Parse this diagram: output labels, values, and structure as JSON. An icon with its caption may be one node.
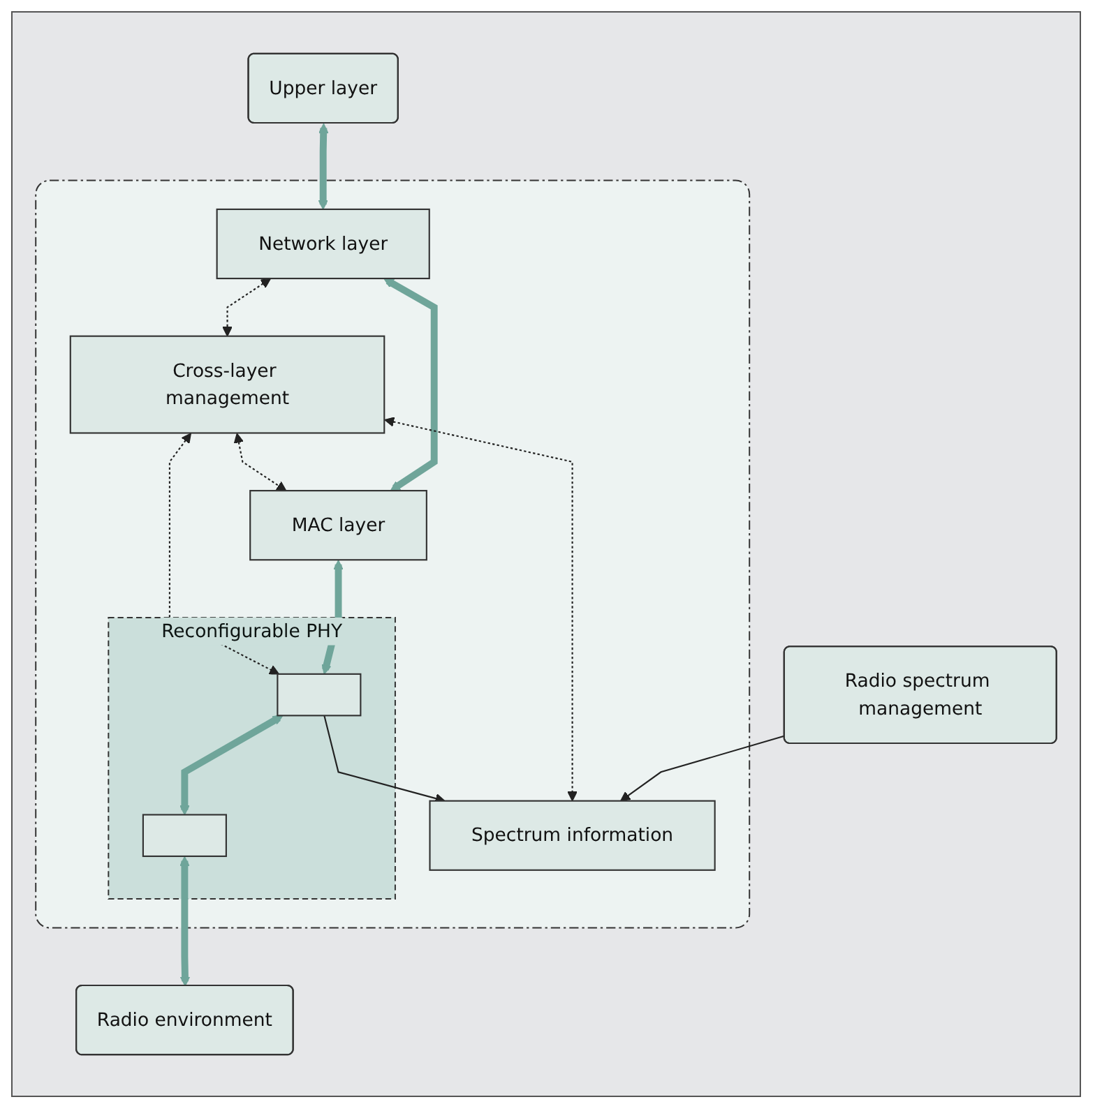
{
  "diagram": {
    "nodes": [
      {
        "text": [
          "Upper layer"
        ]
      },
      {
        "text": [],
        "shape": "box"
      },
      {
        "text": [
          "Network layer"
        ],
        "in": 1
      },
      {
        "text": [
          "Cross-layer management"
        ],
        "in": 1
      },
      {
        "text": [
          "MAC layer"
        ],
        "in": 1
      },
      {
        "text": [
          "Spectrum information"
        ],
        "in": 1
      },
      {
        "text": [
          "Reconfigurable PHY"
        ],
        "in": 1
      },
      {
        "text": [],
        "shape": "box",
        "in": 6
      },
      {
        "text": [],
        "shape": "box",
        "in": 6
      },
      {
        "text": [
          "Radio spectrum management"
        ]
      },
      {
        "text": [
          "Radio environment"
        ]
      }
    ],
    "edges": [
      {
        "from": 0,
        "to": 2,
        "arrow": "both",
        "style": "thick",
        "color": "#6fa59a"
      },
      {
        "from": 2,
        "to": 3,
        "arrow": "both",
        "style": "dashed"
      },
      {
        "from": 3,
        "to": 4,
        "arrow": "both",
        "style": "dashed"
      },
      {
        "from": 2,
        "to": 4,
        "arrow": "both",
        "style": "thick",
        "color": "#6fa59a"
      },
      {
        "from": 3,
        "to": 7,
        "arrow": "both",
        "style": "dashed"
      },
      {
        "from": 3,
        "to": 5,
        "arrow": "both",
        "style": "dashed"
      },
      {
        "from": 9,
        "to": 5,
        "arrow": "to"
      },
      {
        "from": 4,
        "to": 7,
        "arrow": "both",
        "style": "thick",
        "color": "#6fa59a"
      },
      {
        "from": 7,
        "to": 5,
        "arrow": "to"
      },
      {
        "from": 7,
        "to": 8,
        "arrow": "both",
        "style": "thick",
        "color": "#6fa59a"
      },
      {
        "from": 8,
        "to": 10,
        "arrow": "both",
        "style": "thick",
        "color": "#6fa59a"
      }
    ]
  }
}
